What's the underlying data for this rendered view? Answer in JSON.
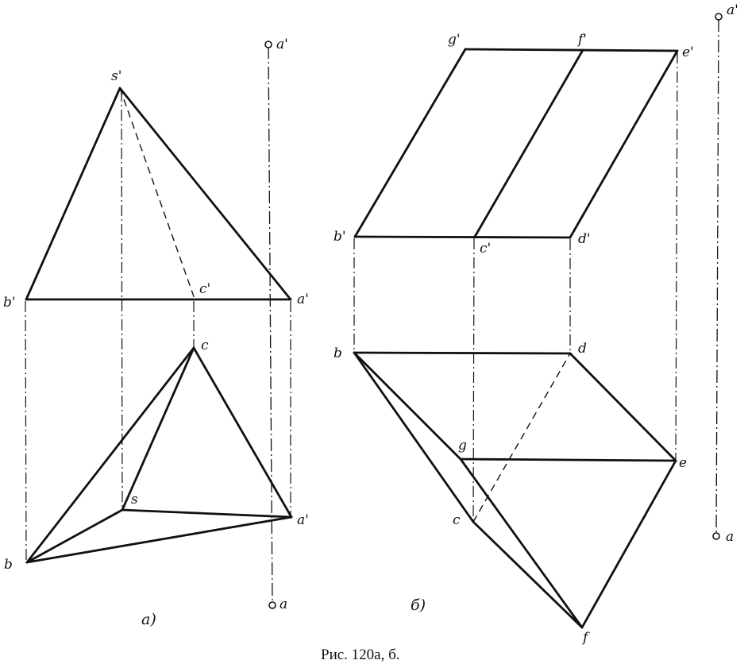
{
  "figure_a": {
    "subcaption": "а)",
    "points": {
      "s_prime": "s'",
      "b_prime": "b'",
      "c_prime": "c'",
      "a_prime_front": "a'",
      "a_prime_axis": "a'",
      "c": "c",
      "s": "s",
      "a_horizontal": "a'",
      "b": "b",
      "a_axis": "a"
    }
  },
  "figure_b": {
    "subcaption": "б)",
    "points": {
      "g_prime": "g'",
      "f_prime": "f'",
      "e_prime": "e'",
      "a_prime_axis": "a'",
      "b_prime": "b'",
      "c_prime": "c'",
      "d_prime": "d'",
      "b": "b",
      "d": "d",
      "g": "g",
      "e": "e",
      "c": "c",
      "f": "f",
      "a_axis": "a"
    }
  },
  "caption": "Рис. 120а, б."
}
